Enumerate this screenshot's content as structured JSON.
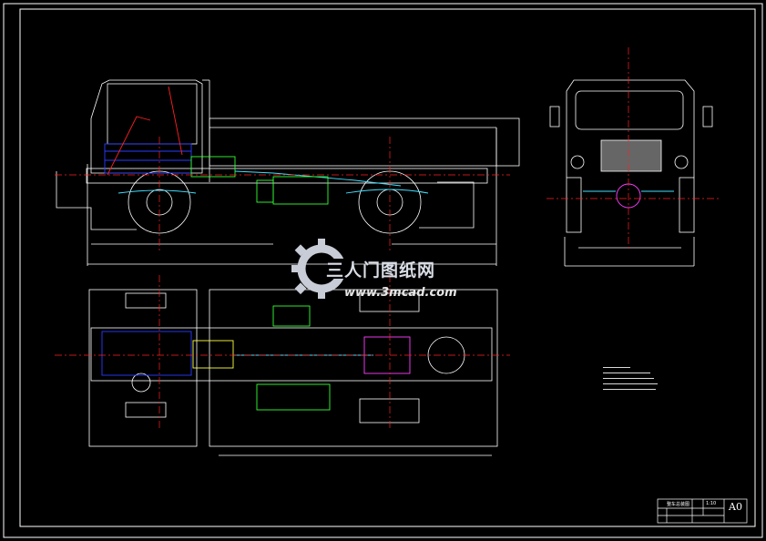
{
  "watermark": {
    "brand_cn": "三人门图纸网",
    "url": "www.3mcad.com"
  },
  "title_block": {
    "drawing_name": "整车总装图",
    "scale": "1:10",
    "sheet_size": "A0"
  },
  "colors": {
    "background": "#000000",
    "frame": "#ffffff",
    "centerline": "#ff2020",
    "engine": "#2a3cff",
    "driveshaft": "#40e0ff",
    "components": "#33ff33",
    "axle": "#ff40ff",
    "gearbox": "#ffff40"
  }
}
